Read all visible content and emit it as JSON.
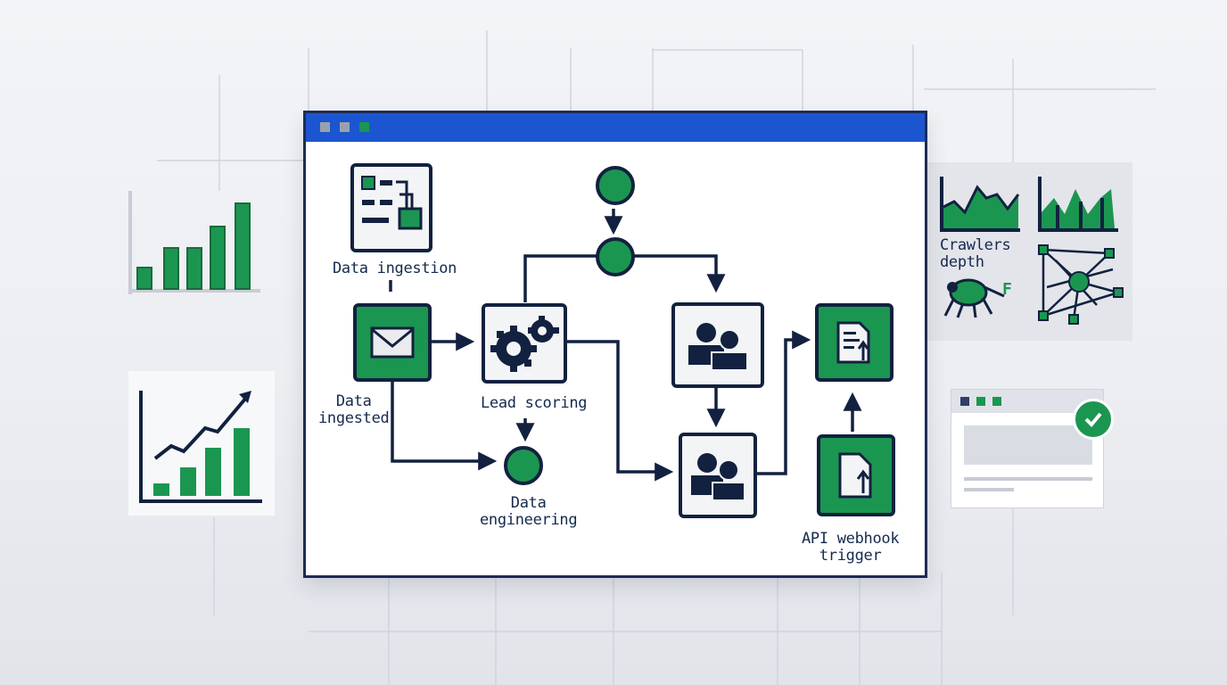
{
  "colors": {
    "accent_green": "#1b9651",
    "navy": "#12213f",
    "titlebar_blue": "#1c55d0",
    "window_bg": "#ffffff",
    "panel_bg": "#e3e5ea"
  },
  "window": {
    "titlebar_buttons": [
      "window-button-grey",
      "window-button-grey",
      "window-button-green"
    ]
  },
  "diagram": {
    "nodes": {
      "data_ingestion": {
        "label": "Data ingestion",
        "icon": "data-table-icon"
      },
      "data_ingested": {
        "label_line1": "Data",
        "label_line2": "ingested",
        "icon": "envelope-icon"
      },
      "lead_scoring": {
        "label": "Lead scoring",
        "icon": "gears-icon"
      },
      "data_engineering": {
        "label_line1": "Data",
        "label_line2": "engineering",
        "icon": "circle-node"
      },
      "users_top": {
        "icon": "users-icon"
      },
      "users_bottom": {
        "icon": "users-icon"
      },
      "document_top": {
        "icon": "document-upload-icon"
      },
      "api_webhook_trigger": {
        "label_line1": "API webhook",
        "label_line2": "trigger",
        "icon": "file-upload-icon"
      },
      "start_circle": {
        "icon": "circle-node"
      },
      "split_circle": {
        "icon": "circle-node"
      }
    }
  },
  "side_panels": {
    "crawlers": {
      "label_line1": "Crawlers",
      "label_line2": "depth"
    },
    "left_charts": [
      "bar-chart-icon",
      "trend-chart-icon"
    ],
    "right_widget": {
      "status_icon": "check-badge-icon"
    }
  }
}
